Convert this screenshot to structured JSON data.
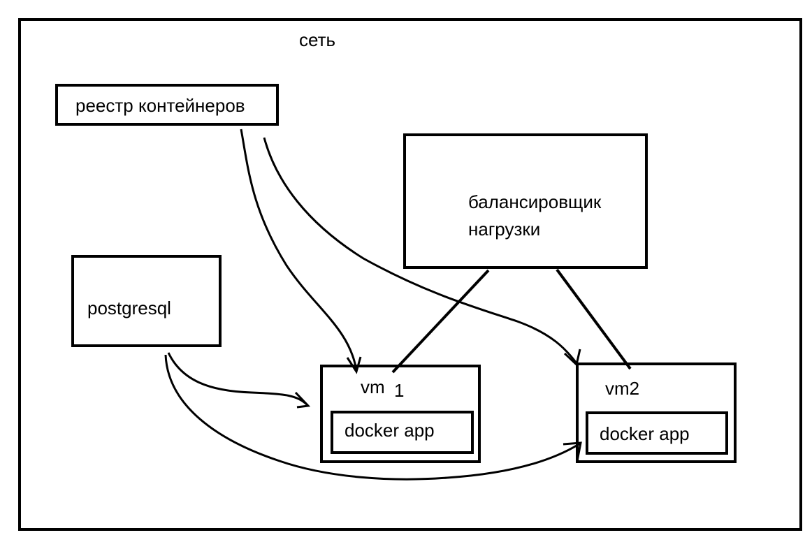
{
  "network_label": "сеть",
  "boxes": {
    "registry": "реестр контейнеров",
    "balancer_line1": "балансировщик",
    "balancer_line2": "нагрузки",
    "postgres": "postgresql",
    "vm1_name": "vm",
    "vm1_num": "1",
    "vm1_app": "docker app",
    "vm2_name": "vm2",
    "vm2_app": "docker app"
  },
  "colors": {
    "ink": "#000000",
    "paper": "#ffffff"
  }
}
